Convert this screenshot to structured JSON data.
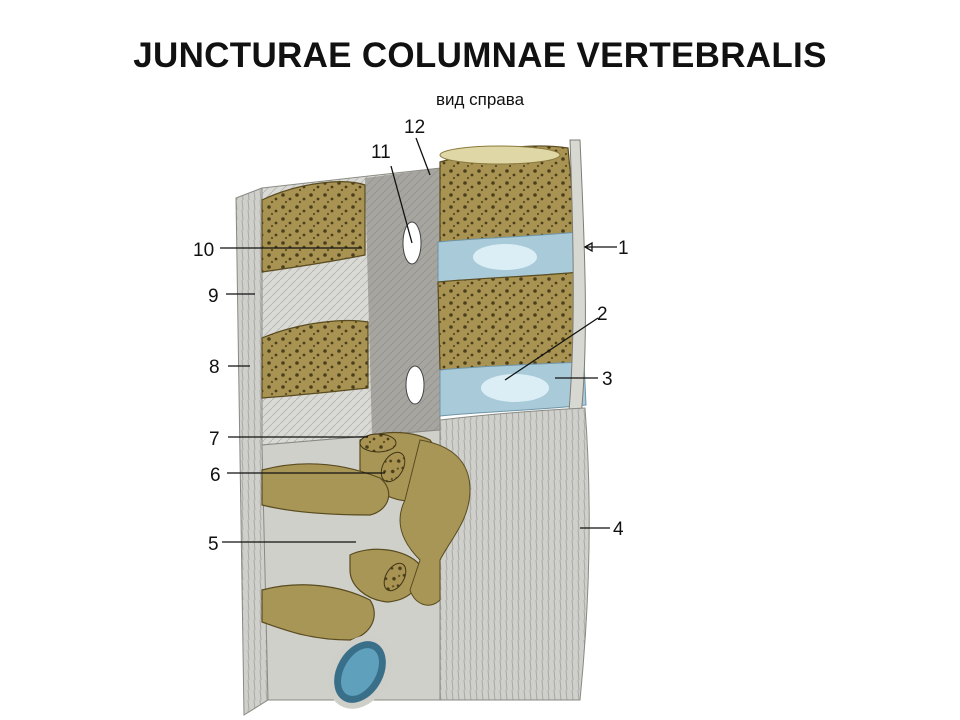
{
  "title": "JUNCTURAE COLUMNAE VERTEBRALIS",
  "subtitle": "вид справа",
  "labels": {
    "l1": "1",
    "l2": "2",
    "l3": "3",
    "l4": "4",
    "l5": "5",
    "l6": "6",
    "l7": "7",
    "l8": "8",
    "l9": "9",
    "l10": "10",
    "l11": "11",
    "l12": "12"
  },
  "colors": {
    "bone": "#a89656",
    "bone_dark": "#6e5f2e",
    "ligament": "#dcdcdc",
    "disc": "#9fc3d6",
    "line": "#111111"
  }
}
